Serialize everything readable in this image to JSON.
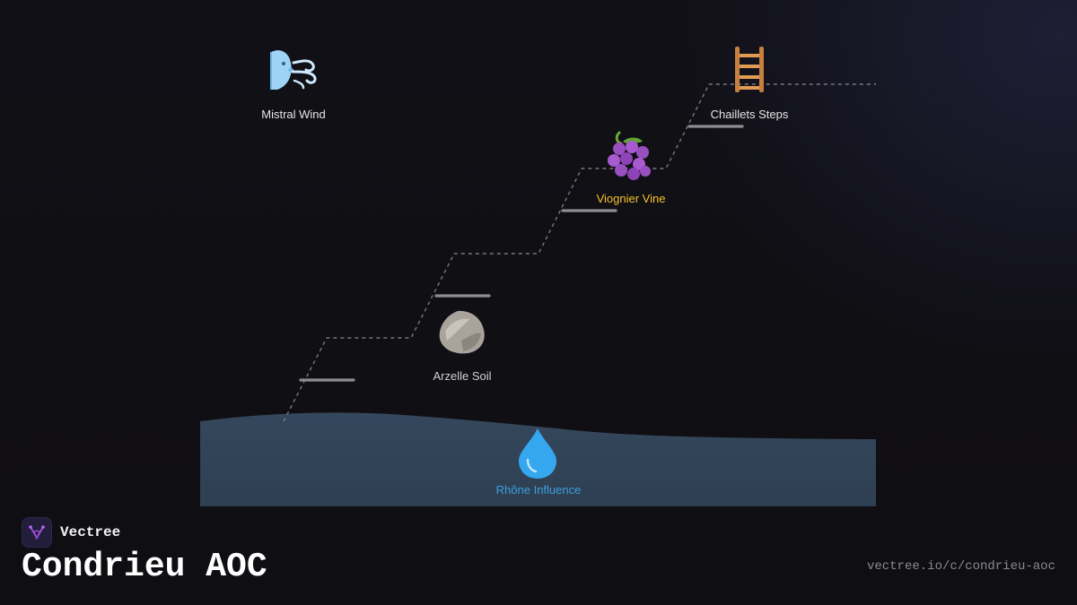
{
  "brand": {
    "name": "Vectree",
    "logo_icon": "vectree-tree-logo",
    "logo_color": "#a352e0"
  },
  "title": "Condrieu AOC",
  "url": "vectree.io/c/condrieu-aoc",
  "colors": {
    "background": "#0f0e12",
    "river_fill": "#334559",
    "path_dash": "#77777d",
    "step_bar": "#8d8d92",
    "label_default": "#e6e6e6",
    "label_highlight": "#f5c22a",
    "label_river": "#3d9fe0"
  },
  "nodes": [
    {
      "id": "mistral",
      "label": "Mistral Wind",
      "icon_name": "wind-face-icon",
      "emoji": "🌬️"
    },
    {
      "id": "chaillets",
      "label": "Chaillets Steps",
      "icon_name": "ladder-icon",
      "emoji": "🪜"
    },
    {
      "id": "viognier",
      "label": "Viognier Vine",
      "icon_name": "grapes-icon",
      "emoji": "🍇"
    },
    {
      "id": "arzelle",
      "label": "Arzelle Soil",
      "icon_name": "rock-icon",
      "emoji": "🪨"
    },
    {
      "id": "rhone",
      "label": "Rhône Influence",
      "icon_name": "water-drop-icon",
      "emoji": "💧"
    }
  ]
}
